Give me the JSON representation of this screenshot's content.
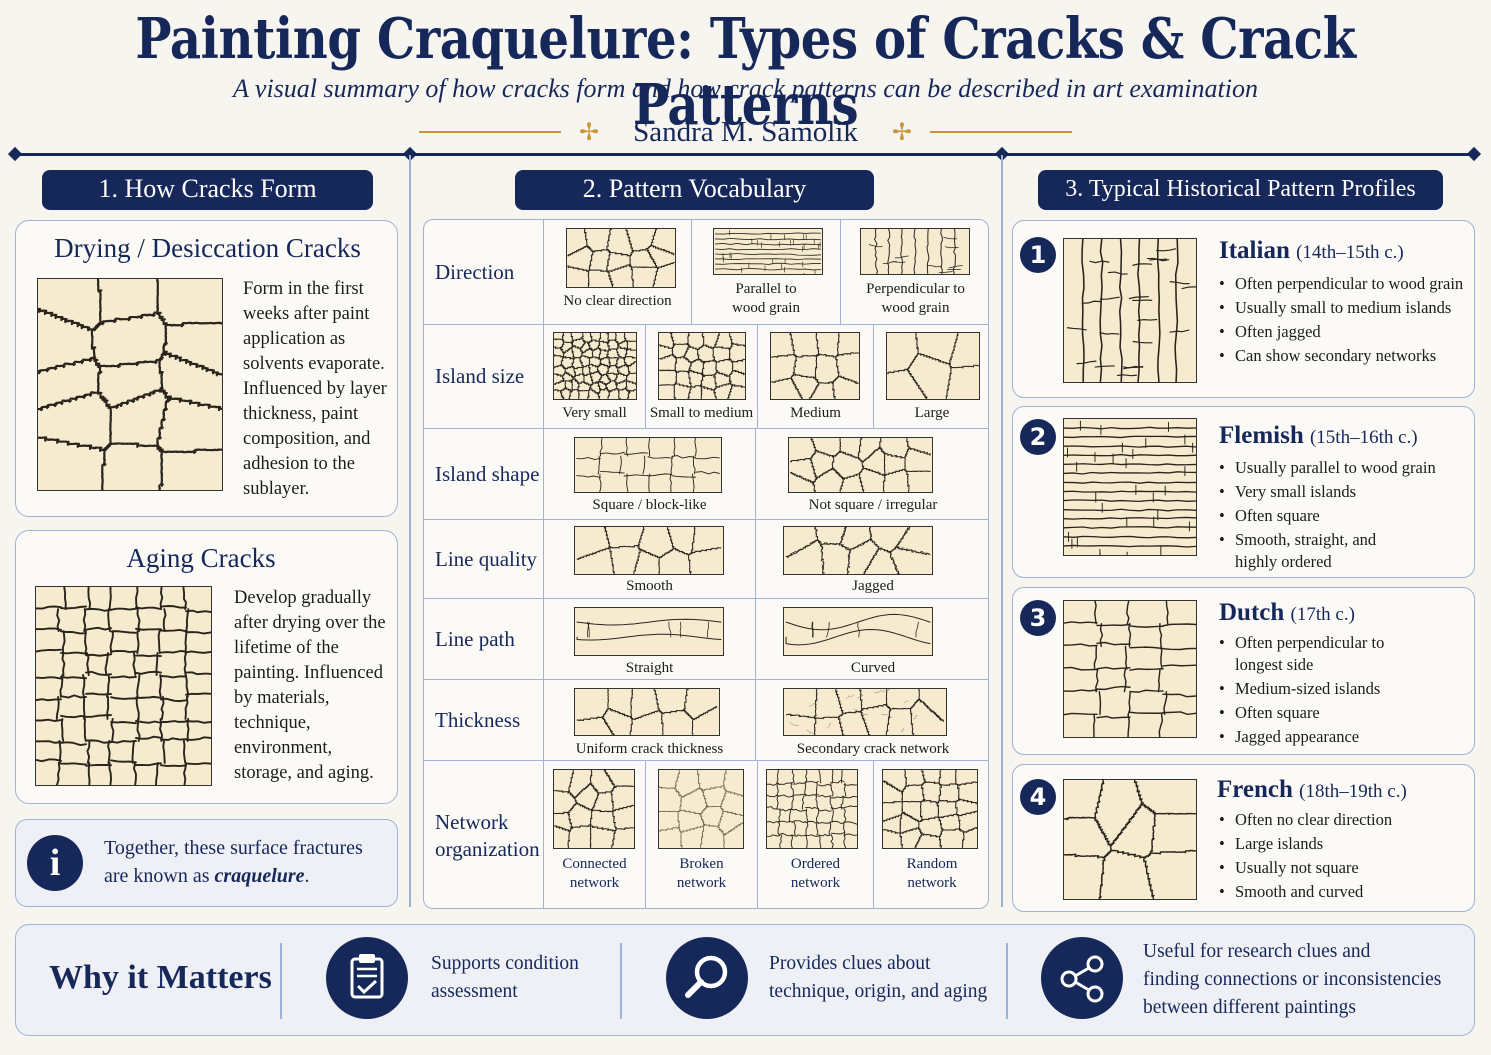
{
  "header": {
    "title": "Painting Craquelure: Types of Cracks & Crack Patterns",
    "subtitle": "A visual summary of how cracks form and how crack patterns can be described in art examination",
    "author": "Sandra M. Samolik",
    "ornament": "✢"
  },
  "sections": {
    "s1": "1. How Cracks Form",
    "s2": "2. Pattern Vocabulary",
    "s3": "3. Typical Historical Pattern Profiles"
  },
  "form": {
    "drying": {
      "title": "Drying / Desiccation Cracks",
      "lines": [
        "Form in the first",
        "weeks after paint",
        "application as",
        "solvents evaporate.",
        "Influenced by layer",
        "thickness, paint",
        "composition, and",
        "adhesion to the",
        "sublayer."
      ]
    },
    "aging": {
      "title": "Aging Cracks",
      "lines": [
        "Develop gradually",
        "after drying over the",
        "lifetime of the",
        "painting. Influenced",
        "by materials,",
        "technique,",
        "environment,",
        "storage, and aging."
      ]
    },
    "info": {
      "icon": "i",
      "text_prefix": "Together, these surface fractures are known as ",
      "text_emph": "craquelure",
      "text_suffix": "."
    }
  },
  "vocab": {
    "direction": {
      "label": "Direction",
      "items": [
        "No clear direction",
        "Parallel to\nwood grain",
        "Perpendicular to\nwood grain"
      ]
    },
    "island_size": {
      "label": "Island size",
      "items": [
        "Very small",
        "Small to medium",
        "Medium",
        "Large"
      ]
    },
    "island_shape": {
      "label": "Island shape",
      "items": [
        "Square / block-like",
        "Not square / irregular"
      ]
    },
    "line_quality": {
      "label": "Line quality",
      "items": [
        "Smooth",
        "Jagged"
      ]
    },
    "line_path": {
      "label": "Line path",
      "items": [
        "Straight",
        "Curved"
      ]
    },
    "thickness": {
      "label": "Thickness",
      "items": [
        "Uniform crack thickness",
        "Secondary crack network"
      ]
    },
    "network": {
      "label": "Network\norganization",
      "items": [
        "Connected\nnetwork",
        "Broken\nnetwork",
        "Ordered\nnetwork",
        "Random\nnetwork"
      ]
    }
  },
  "profiles": [
    {
      "num": "1",
      "name": "Italian",
      "date": "(14th–15th c.)",
      "bullets": [
        "Often perpendicular to wood grain",
        "Usually small to medium islands",
        "Often jagged",
        "Can show secondary networks"
      ]
    },
    {
      "num": "2",
      "name": "Flemish",
      "date": "(15th–16th c.)",
      "bullets": [
        "Usually parallel to wood grain",
        "Very small islands",
        "Often square",
        "Smooth, straight, and highly ordered"
      ]
    },
    {
      "num": "3",
      "name": "Dutch",
      "date": "(17th c.)",
      "bullets": [
        "Often perpendicular to longest side",
        "Medium-sized islands",
        "Often square",
        "Jagged appearance"
      ]
    },
    {
      "num": "4",
      "name": "French",
      "date": "(18th–19th c.)",
      "bullets": [
        "Often no clear direction",
        "Large islands",
        "Usually not square",
        "Smooth and curved"
      ]
    }
  ],
  "bottom": {
    "title": "Why it Matters",
    "items": [
      {
        "icon": "clipboard-check-icon",
        "text": "Supports condition\nassessment"
      },
      {
        "icon": "magnifier-icon",
        "text": "Provides clues about\ntechnique, origin, and aging"
      },
      {
        "icon": "network-share-icon",
        "text": "Useful for research clues and\nfinding connections or inconsistencies\nbetween different paintings"
      }
    ]
  },
  "colors": {
    "navy": "#16275a",
    "gold": "#c9973a",
    "border": "#9fb3d8",
    "paint": "#f6ebcf"
  }
}
